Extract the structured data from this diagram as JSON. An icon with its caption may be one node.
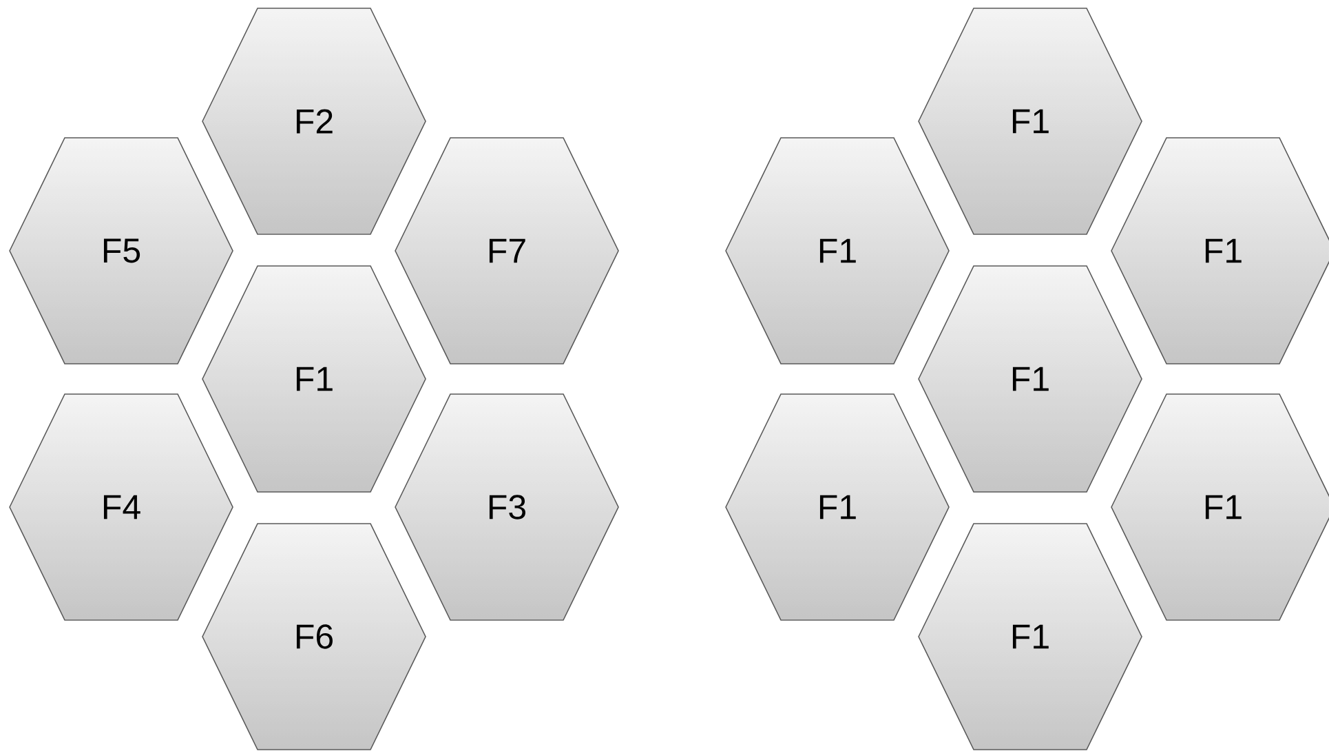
{
  "diagram": {
    "nodes": [
      {
        "text": [
          "F2"
        ]
      },
      {
        "text": [
          "F5"
        ]
      },
      {
        "text": [
          "F7"
        ]
      },
      {
        "text": [
          "F1"
        ]
      },
      {
        "text": [
          "F4"
        ]
      },
      {
        "text": [
          "F3"
        ]
      },
      {
        "text": [
          "F6"
        ]
      },
      {
        "text": [
          "F1"
        ]
      },
      {
        "text": [
          "F1"
        ]
      },
      {
        "text": [
          "F1"
        ]
      },
      {
        "text": [
          "F1"
        ]
      },
      {
        "text": [
          "F1"
        ]
      },
      {
        "text": [
          "F1"
        ]
      },
      {
        "text": [
          "F1"
        ]
      }
    ]
  }
}
